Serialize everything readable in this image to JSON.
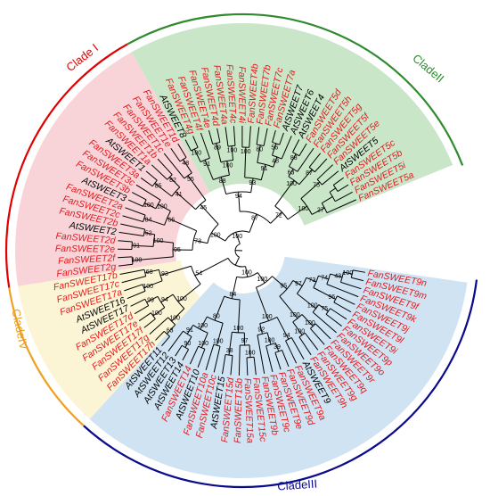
{
  "colors": {
    "fan_label": "#e41a1c",
    "at_label": "#000000",
    "branch": "#000000",
    "clade1_bg": "#f8d4d8",
    "clade1_arc": "#e00000",
    "clade1_text": "#e00000",
    "clade2_bg": "#c9e6c9",
    "clade2_arc": "#2e8b2e",
    "clade2_text": "#2e8b2e",
    "clade3_bg": "#cfe3f2",
    "clade3_arc": "#0a0a8c",
    "clade3_text": "#0a0a8c",
    "clade4_bg": "#fbf5d6",
    "clade4_arc": "#f0a020",
    "clade4_text": "#e8a020"
  },
  "clades": {
    "clade1": "Clade I",
    "clade2": "CladeII",
    "clade3": "CladeIII",
    "clade4": "CladeIV"
  },
  "leaves": [
    "FanSWEET9n",
    "FanSWEET9m",
    "FanSWEET9f",
    "FanSWEET9k",
    "FanSWEET9j",
    "FanSWEET9l",
    "FanSWEET9i",
    "FanSWEET9p",
    "FanSWEET9o",
    "FanSWEET9r",
    "FanSWEET9q",
    "FanSWEET9g",
    "FanSWEET9h",
    "AtSWEET9",
    "FanSWEET9a",
    "FanSWEET9d",
    "FanSWEET9e",
    "FanSWEET9c",
    "FanSWEET9b",
    "FanSWEET15c",
    "FanSWEET15a",
    "FanSWEET15b",
    "FanSWEET15d",
    "AtSWEET15",
    "FanSWEET10c",
    "FanSWEET10a",
    "AtSWEET10",
    "FanSWEET14",
    "AtSWEET14",
    "AtSWEET13",
    "AtSWEET12",
    "AtSWEET11",
    "FanSWEET17h",
    "FanSWEET17g",
    "FanSWEET17f",
    "FanSWEET17e",
    "FanSWEET17d",
    "AtSWEET17",
    "AtSWEET16",
    "FanSWEET17a",
    "FanSWEET17c",
    "FanSWEET17b",
    "FanSWEET2g",
    "FanSWEET2f",
    "FanSWEET2e",
    "FanSWEET2d",
    "AtSWEET2",
    "FanSWEET2b",
    "FanSWEET2c",
    "FanSWEET2a",
    "AtSWEET3",
    "FanSWEET3b",
    "FanSWEET3c",
    "FanSWEET3a",
    "AtSWEET1",
    "FanSWEET1a",
    "FanSWEET1b",
    "FanSWEET1c",
    "FanSWEET1e",
    "FanSWEET1d",
    "AtSWEET8",
    "FanSWEET4g",
    "FanSWEET4f",
    "FanSWEET4e",
    "FanSWEET4d",
    "FanSWEET4a",
    "FanSWEET4c",
    "FanSWEET4i",
    "FanSWEET4b",
    "FanSWEET7b",
    "FanSWEET7c",
    "FanSWEET7a",
    "AtSWEET7",
    "AtSWEET6",
    "AtSWEET4",
    "FanSWEET5d",
    "FanSWEET5h",
    "FanSWEET5g",
    "FanSWEET5f",
    "FanSWEET5e",
    "AtSWEET5",
    "FanSWEET5c",
    "FanSWEET5b",
    "FanSWEET5i",
    "FanSWEET5a"
  ],
  "bootstrap": [
    "100",
    "100",
    "95",
    "97",
    "73",
    "74",
    "43",
    "100",
    "96",
    "100",
    "75",
    "100",
    "100",
    "100",
    "100",
    "94",
    "92",
    "100",
    "39",
    "84",
    "100",
    "97",
    "100",
    "38",
    "80",
    "100",
    "100",
    "100",
    "91",
    "90",
    "54",
    "100",
    "100",
    "63",
    "94",
    "100",
    "99",
    "93",
    "100",
    "68",
    "100",
    "100",
    "73",
    "95",
    "100",
    "100",
    "91",
    "52",
    "66",
    "84",
    "100",
    "100",
    "45",
    "41",
    "85",
    "82",
    "55",
    "48",
    "87",
    "94",
    "88",
    "91",
    "100",
    "100",
    "89",
    "100",
    "93",
    "100",
    "91",
    "80",
    "48",
    "56",
    "72",
    "100",
    "63",
    "88",
    "87",
    "100",
    "75",
    "27"
  ]
}
